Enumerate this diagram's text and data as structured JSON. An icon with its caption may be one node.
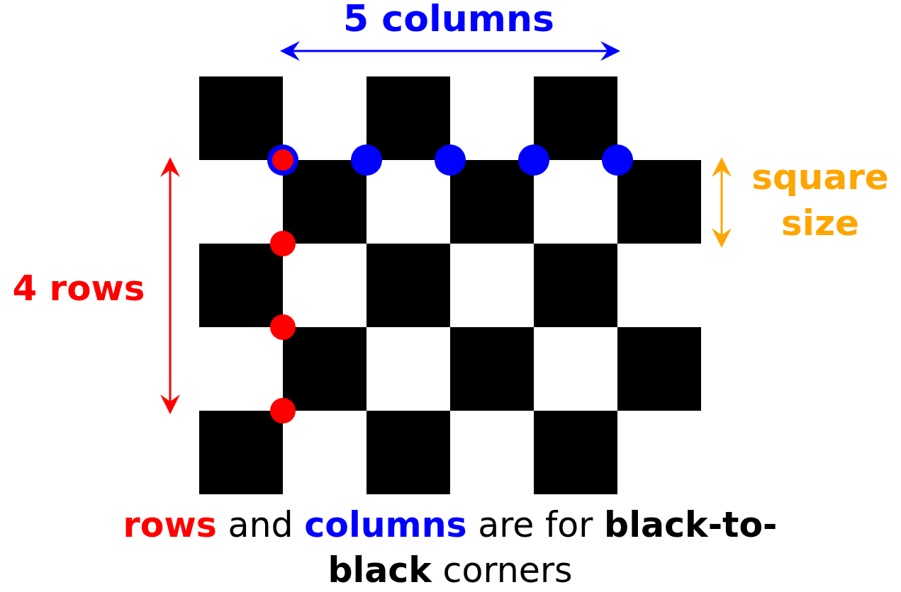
{
  "diagram": {
    "caption": "**rows** and **columns** are for **black-to-black** corners",
    "labels": [
      "5 columns",
      "4 rows",
      "square size"
    ]
  }
}
